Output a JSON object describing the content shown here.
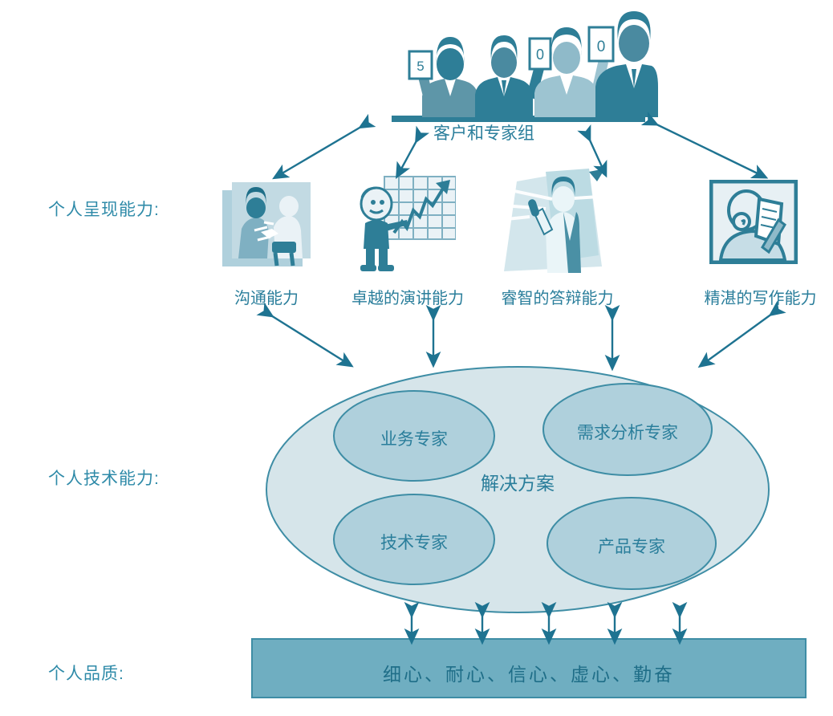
{
  "diagram": {
    "row_labels": [
      {
        "id": "presentation",
        "text": "个人呈现能力:"
      },
      {
        "id": "technical",
        "text": "个人技术能力:"
      },
      {
        "id": "quality",
        "text": "个人品质:"
      }
    ],
    "audience": {
      "label": "客户和专家组",
      "icon": "audience-panel-illustration"
    },
    "skills": [
      {
        "id": "communication",
        "label": "沟通能力",
        "icon": "handshake-meeting-photo-icon"
      },
      {
        "id": "presenting",
        "label": "卓越的演讲能力",
        "icon": "presenter-chart-icon"
      },
      {
        "id": "defense",
        "label": "睿智的答辩能力",
        "icon": "microphone-speaker-icon"
      },
      {
        "id": "writing",
        "label": "精湛的写作能力",
        "icon": "writing-person-icon"
      }
    ],
    "solution": {
      "center_label": "解决方案",
      "experts": [
        {
          "id": "business",
          "label": "业务专家"
        },
        {
          "id": "requirement",
          "label": "需求分析专家"
        },
        {
          "id": "technology",
          "label": "技术专家"
        },
        {
          "id": "product",
          "label": "产品专家"
        }
      ]
    },
    "quality_bar": {
      "text": "细心、耐心、信心、虚心、勤奋"
    },
    "colors": {
      "arrow": "#1E7391",
      "text": "#2A7E9B",
      "bar_fill": "#6FAEC1",
      "bar_border": "#3E8DA5",
      "outer_ellipse_fill": "#D6E5EA",
      "inner_ellipse_fill": "#AFD0DC",
      "ellipse_stroke": "#3E8DA5"
    }
  }
}
